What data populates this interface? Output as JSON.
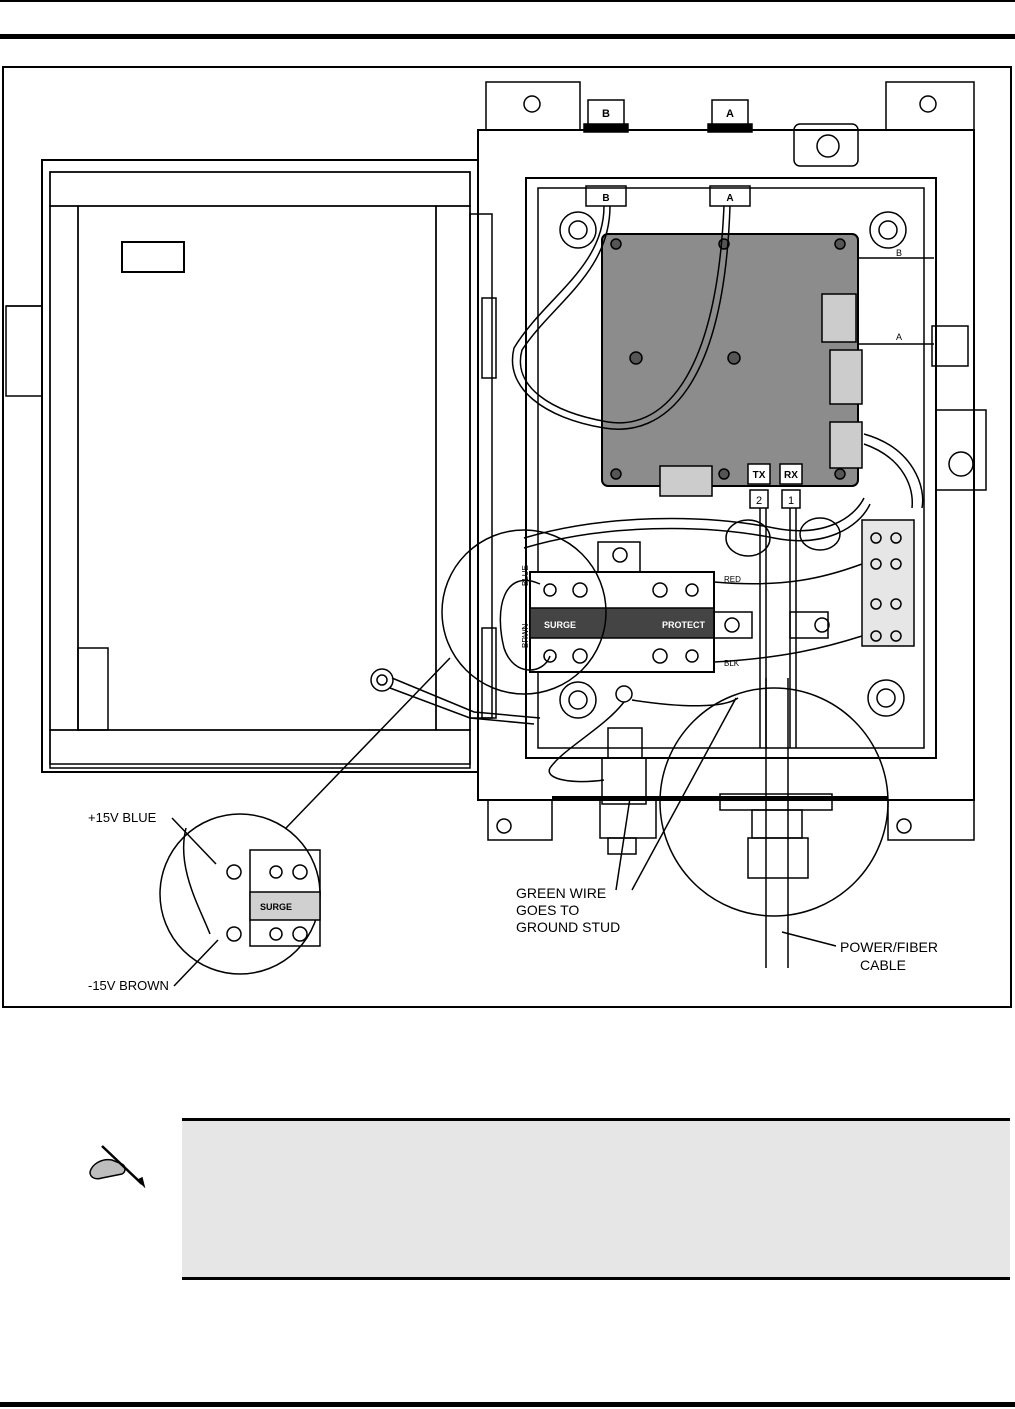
{
  "figure": {
    "connector_labels": {
      "b": "B",
      "a": "A"
    },
    "side_labels": {
      "b": "B",
      "a": "A"
    },
    "fiber_ports": {
      "tx": "TX",
      "rx": "RX",
      "port2": "2",
      "port1": "1"
    },
    "surge": {
      "left_text": "SURGE",
      "right_text": "PROTECT",
      "blue": "BLUE",
      "brwn": "BRWN",
      "red": "RED",
      "blk": "BLK"
    },
    "inset": {
      "surge_text": "SURGE"
    },
    "callouts": {
      "plus15": "+15V BLUE",
      "minus15": "-15V BROWN",
      "green_line1": "GREEN WIRE",
      "green_line2": "GOES TO",
      "green_line3": "GROUND STUD",
      "power_line1": "POWER/FIBER",
      "power_line2": "CABLE"
    }
  },
  "note": {
    "icon": "pencil-hand-icon"
  }
}
